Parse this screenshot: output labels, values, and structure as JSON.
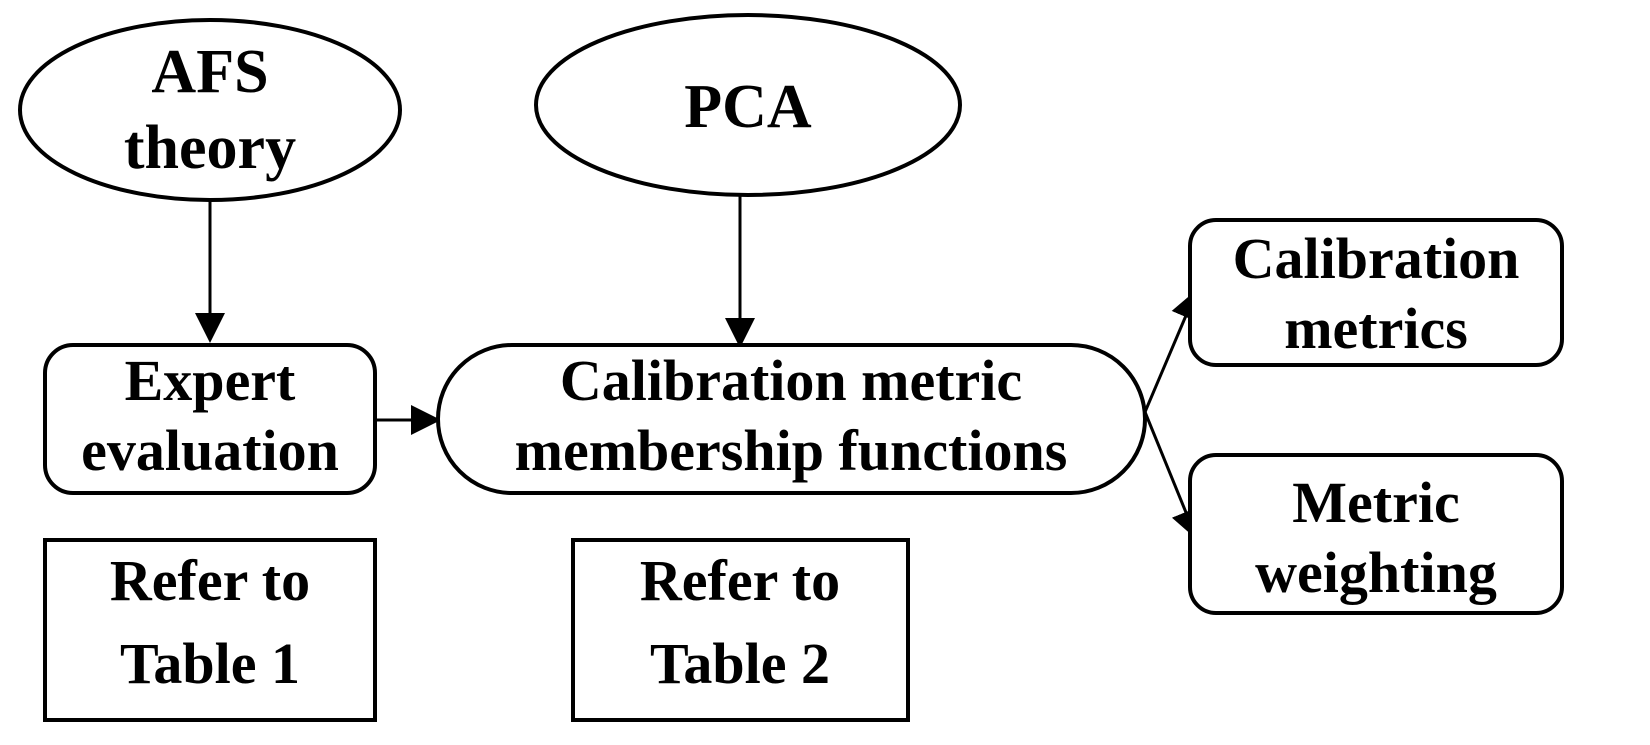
{
  "diagram": {
    "nodes": {
      "afs_theory": {
        "line1": "AFS",
        "line2": "theory"
      },
      "pca": {
        "label": "PCA"
      },
      "expert_evaluation": {
        "line1": "Expert",
        "line2": "evaluation"
      },
      "membership_functions": {
        "line1": "Calibration metric",
        "line2": "membership functions"
      },
      "calibration_metrics": {
        "line1": "Calibration",
        "line2": "metrics"
      },
      "metric_weighting": {
        "line1": "Metric",
        "line2": "weighting"
      },
      "refer_table_1": {
        "line1": "Refer to",
        "line2": "Table 1"
      },
      "refer_table_2": {
        "line1": "Refer to",
        "line2": "Table 2"
      }
    },
    "edges": [
      {
        "from": "afs_theory",
        "to": "expert_evaluation"
      },
      {
        "from": "pca",
        "to": "membership_functions"
      },
      {
        "from": "expert_evaluation",
        "to": "membership_functions"
      },
      {
        "from": "membership_functions",
        "to": "calibration_metrics"
      },
      {
        "from": "membership_functions",
        "to": "metric_weighting"
      }
    ],
    "colors": {
      "stroke": "#000000",
      "fill": "#ffffff",
      "text": "#000000"
    }
  }
}
